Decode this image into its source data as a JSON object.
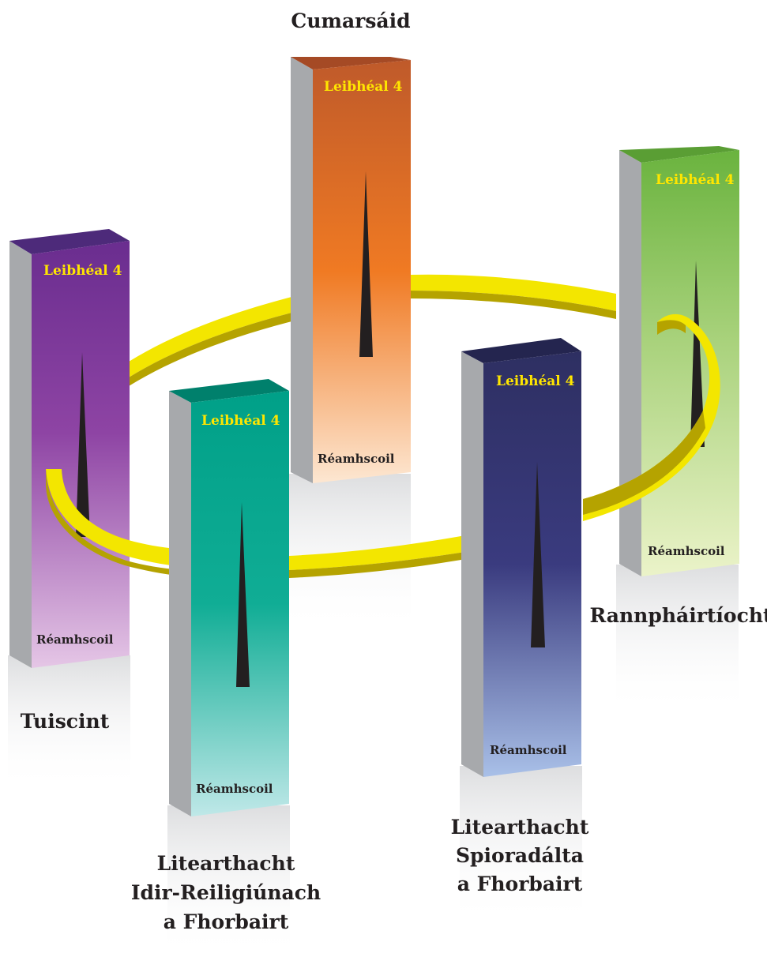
{
  "diagram": {
    "pillars": [
      {
        "id": "tuiscint",
        "title_lines": [
          "Tuiscint"
        ],
        "top_label": "Leibhéal 4",
        "bottom_label": "Réamhscoil",
        "colors": {
          "top": "#6a2d8f",
          "mid": "#8e44a4",
          "bottom": "#e5c6e6",
          "cap": "#4d2a7a"
        }
      },
      {
        "id": "cumarsaid",
        "title_lines": [
          "Cumarsáid"
        ],
        "top_label": "Leibhéal 4",
        "bottom_label": "Réamhscoil",
        "colors": {
          "top": "#bf5a2a",
          "mid": "#f07a23",
          "bottom": "#fde7d2",
          "cap": "#a54a25"
        }
      },
      {
        "id": "rannphairtiocht",
        "title_lines": [
          "Rannpháirtíocht"
        ],
        "top_label": "Leibhéal 4",
        "bottom_label": "Réamhscoil",
        "colors": {
          "top": "#6ab33e",
          "mid": "#a9d27c",
          "bottom": "#ebf3c9",
          "cap": "#5a9e34"
        }
      },
      {
        "id": "idir-reiligiunach",
        "title_lines": [
          "Litearthacht",
          "Idir-Reiligiúnach",
          "a Fhorbairt"
        ],
        "top_label": "Leibhéal 4",
        "bottom_label": "Réamhscoil",
        "colors": {
          "top": "#00a088",
          "mid": "#10ad95",
          "bottom": "#bfe8e8",
          "cap": "#00806c"
        }
      },
      {
        "id": "spioradalta",
        "title_lines": [
          "Litearthacht",
          "Spioradálta",
          "a Fhorbairt"
        ],
        "top_label": "Leibhéal 4",
        "bottom_label": "Réamhscoil",
        "colors": {
          "top": "#2e2f62",
          "mid": "#3a3b7f",
          "bottom": "#a9c0e8",
          "cap": "#24254f"
        }
      }
    ],
    "ring_color": "#f3e600",
    "ring_shade": "#b5a300",
    "pillar_side_color": "#a7a9ac",
    "spike_color": "#231f20"
  }
}
